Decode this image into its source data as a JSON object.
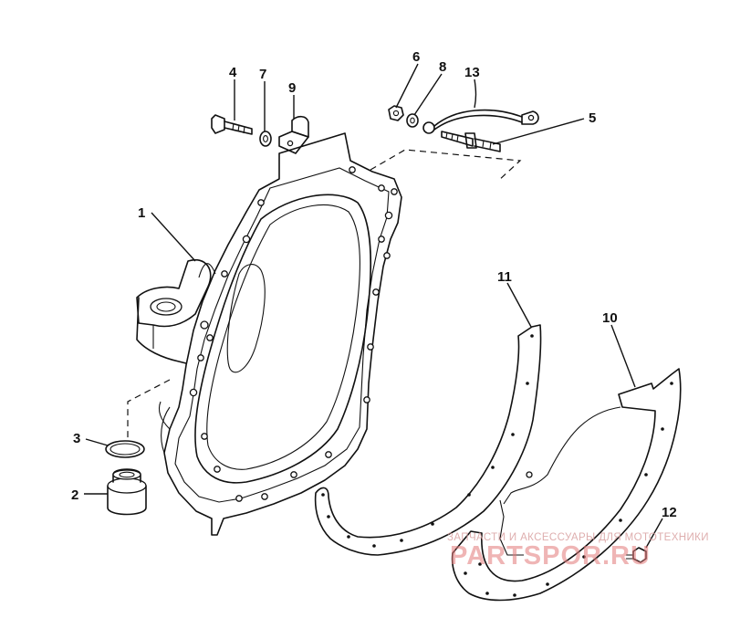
{
  "callouts": [
    {
      "id": "1",
      "label": "1"
    },
    {
      "id": "2",
      "label": "2"
    },
    {
      "id": "3",
      "label": "3"
    },
    {
      "id": "4",
      "label": "4"
    },
    {
      "id": "5",
      "label": "5"
    },
    {
      "id": "6",
      "label": "6"
    },
    {
      "id": "7",
      "label": "7"
    },
    {
      "id": "8",
      "label": "8"
    },
    {
      "id": "9",
      "label": "9"
    },
    {
      "id": "10",
      "label": "10"
    },
    {
      "id": "11",
      "label": "11"
    },
    {
      "id": "12",
      "label": "12"
    },
    {
      "id": "13",
      "label": "13"
    }
  ],
  "watermark": {
    "tagline": "ЗАПЧАСТИ И АКСЕССУАРЫ ДЛЯ МОТОТЕХНИКИ",
    "logo": "PARTSPOR.RU"
  },
  "colors": {
    "line": "#111111",
    "background": "#ffffff",
    "watermark": "#e37a7a"
  }
}
